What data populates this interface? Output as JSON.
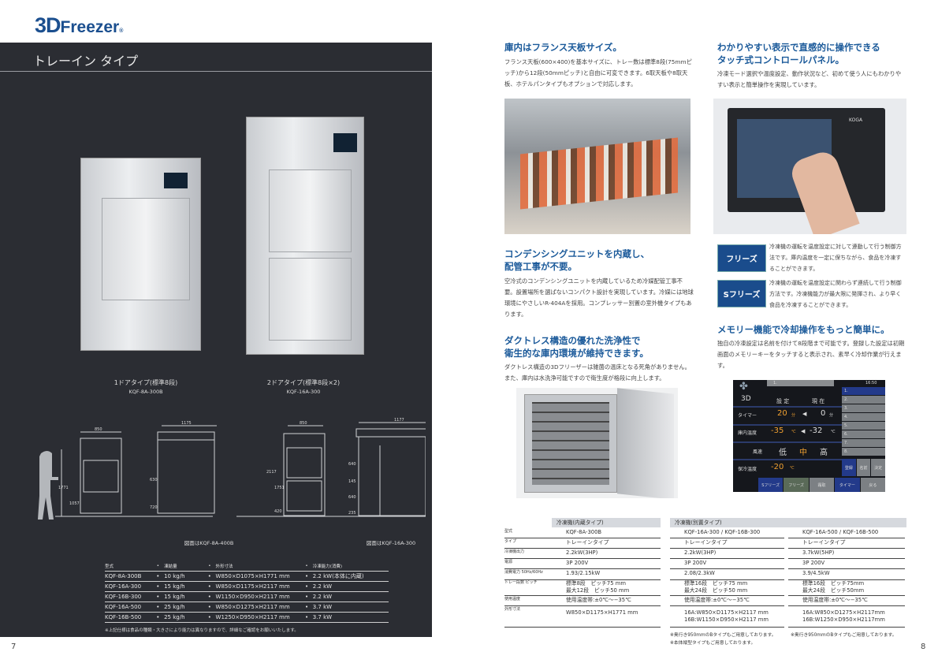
{
  "logo": {
    "main": "3D",
    "sub": "Freezer",
    "reg": "®"
  },
  "left_page": {
    "title": "トレーイン タイプ",
    "products": [
      {
        "caption": "1ドアタイプ(標準8段)",
        "model": "KQF-8A-300B"
      },
      {
        "caption": "2ドアタイプ(標準8段×2)",
        "model": "KQF-16A-300"
      }
    ],
    "drawings": {
      "d1_width": "850",
      "d1_depth": "1175",
      "d1_height": "1771",
      "d1_h2": "1057",
      "d1_door": "630",
      "d1_base": "720",
      "d2_width": "850",
      "d2_depth": "1177",
      "d2_height": "2117",
      "d2_h2": "1751",
      "d2_base": "420",
      "d2_a": "640",
      "d2_b": "145",
      "d2_c": "640",
      "d2_d": "235",
      "caption1": "図面はKQF-8A-400B",
      "caption2": "図面はKQF-16A-300"
    },
    "spec_table": {
      "headers": [
        "型式",
        "凍結量",
        "外形寸法",
        "冷凍能力(消費)"
      ],
      "rows": [
        [
          "KQF-8A-300B",
          "10 kg/h",
          "W850×D1075×H1771 mm",
          "2.2 kW(本体に内蔵)"
        ],
        [
          "KQF-16A-300",
          "15 kg/h",
          "W850×D1175×H2117 mm",
          "2.2 kW"
        ],
        [
          "KQF-16B-300",
          "15 kg/h",
          "W1150×D950×H2117 mm",
          "2.2 kW"
        ],
        [
          "KQF-16A-500",
          "25 kg/h",
          "W850×D1275×H2117 mm",
          "3.7 kW"
        ],
        [
          "KQF-16B-500",
          "25 kg/h",
          "W1250×D950×H2117 mm",
          "3.7 kW"
        ]
      ],
      "note": "※上記仕様は食品の種類・大きさにより能力は異なりますので、詳細なご確認をお願いいたします。"
    },
    "page_number": "7"
  },
  "right_page": {
    "sections": {
      "tray": {
        "heading": "庫内はフランス天板サイズ。",
        "body": "フランス天板(600×400)を基本サイズに、トレー数は標準8段(75mmピッチ)から12段(50mmピッチ)と自由に可変できます。6取天板や8取天板、ホテルパンタイプもオプションで対応します。"
      },
      "panel": {
        "heading1": "わかりやすい表示で直感的に操作できる",
        "heading2": "タッチ式コントロールパネル。",
        "body": "冷凍モード選択や温度設定、動作状況など、初めて使う人にもわかりやすい表示と簡単操作を実現しています。",
        "brand": "KOGA"
      },
      "condensing": {
        "heading1": "コンデンシングユニットを内蔵し、",
        "heading2": "配管工事が不要。",
        "body": "空冷式のコンデンシングユニットを内蔵しているため冷媒配管工事不要。設置場所を選ばないコンパクト設計を実現しています。冷媒には地球環境にやさしいR-404Aを採用。コンプレッサー別置の室外機タイプもあります。"
      },
      "ductless": {
        "heading1": "ダクトレス構造の優れた洗浄性で",
        "heading2": "衛生的な庫内環境が維持できます。",
        "body": "ダクトレス構造の3Dフリーザーは雑菌の温床となる死角がありません。また、庫内は水洗浄可能ですので衛生度が格段に向上します。"
      },
      "modes": [
        {
          "label": "フリーズ",
          "body": "冷凍機の運転を温度設定に対して連動して行う制御方法です。庫内温度を一定に保ちながら、食品を冷凍することができます。"
        },
        {
          "label": "Sフリーズ",
          "body": "冷凍機の運転を温度設定に関わらず連続して行う制御方法です。冷凍機能力が最大限に発揮され、より早く食品を冷凍することができます。"
        }
      ],
      "memory": {
        "heading": "メモリー機能で冷却操作をもっと簡単に。",
        "body": "独自の冷凍設定は名前を付けて8段階まで可能です。登録した設定は初期画面のメモリーキーをタッチすると表示され、素早く冷却作業が行えます。"
      }
    },
    "screen": {
      "logo": "3D",
      "tab": "1.",
      "time": "16:50",
      "col_set": "設 定",
      "col_now": "現 在",
      "timer_label": "タイマー",
      "timer_set": "20",
      "timer_unit": "分",
      "timer_now": "0",
      "timer_now_unit": "分",
      "temp_label": "庫内温度",
      "temp_set": "-35",
      "temp_unit": "℃",
      "temp_now": "-32",
      "temp_now_unit": "℃",
      "wind_label": "風速",
      "wind_low": "低",
      "wind_mid": "中",
      "wind_high": "高",
      "keep_label": "保冷温度",
      "keep_set": "-20",
      "keep_unit": "℃",
      "memory": [
        "1.",
        "2.",
        "3.",
        "4.",
        "5.",
        "6.",
        "7.",
        "8."
      ],
      "mem_buttons": [
        "登録",
        "名前",
        "決定"
      ],
      "buttons": [
        "Sフリーズ",
        "フリーズ",
        "霜取",
        "タイマー",
        "戻る"
      ]
    },
    "spec": {
      "group1": "冷凍機(内蔵タイプ)",
      "group2": "冷凍機(別置タイプ)",
      "labels": [
        "型式",
        "タイプ",
        "冷凍機出力",
        "電源",
        "消費電力 50Hz/60Hz",
        "トレー段数 ピッチ",
        "使用温度",
        "外形寸法"
      ],
      "cols": [
        [
          "KQF-8A-300B",
          "トレーインタイプ",
          "2.2kW(3HP)",
          "3P 200V",
          "1.93/2.15kW",
          "標準8段　ピッチ75 mm\n最大12段　ピッチ50 mm",
          "使用温度帯:±0℃〜−35℃",
          "W850×D1175×H1771 mm"
        ],
        [
          "KQF-16A-300 / KQF-16B-300",
          "トレーインタイプ",
          "2.2kW(3HP)",
          "3P 200V",
          "2.08/2.3kW",
          "標準16段　ピッチ75 mm\n最大24段　ピッチ50 mm",
          "使用温度帯:±0℃〜−35℃",
          "16A:W850×D1175×H2117 mm\n16B:W1150×D950×H2117 mm"
        ],
        [
          "KQF-16A-500 / KQF-16B-500",
          "トレーインタイプ",
          "3.7kW(5HP)",
          "3P 200V",
          "3.9/4.5kW",
          "標準16段　ピッチ75mm\n最大24段　ピッチ50mm",
          "使用温度帯:±0℃〜−35℃",
          "16A:W850×D1275×H2117mm\n16B:W1250×D950×H2117mm"
        ]
      ],
      "note2a": "※奥行き950mmのBタイプもご用意しております。",
      "note2b": "※本体縦型タイプもご用意しております。",
      "note3": "※奥行き950mmのBタイプもご用意しております。"
    },
    "page_number": "8"
  },
  "colors": {
    "accent": "#1b5a9a",
    "panel": "#2b2d33",
    "badge": "#1a4c8c"
  }
}
